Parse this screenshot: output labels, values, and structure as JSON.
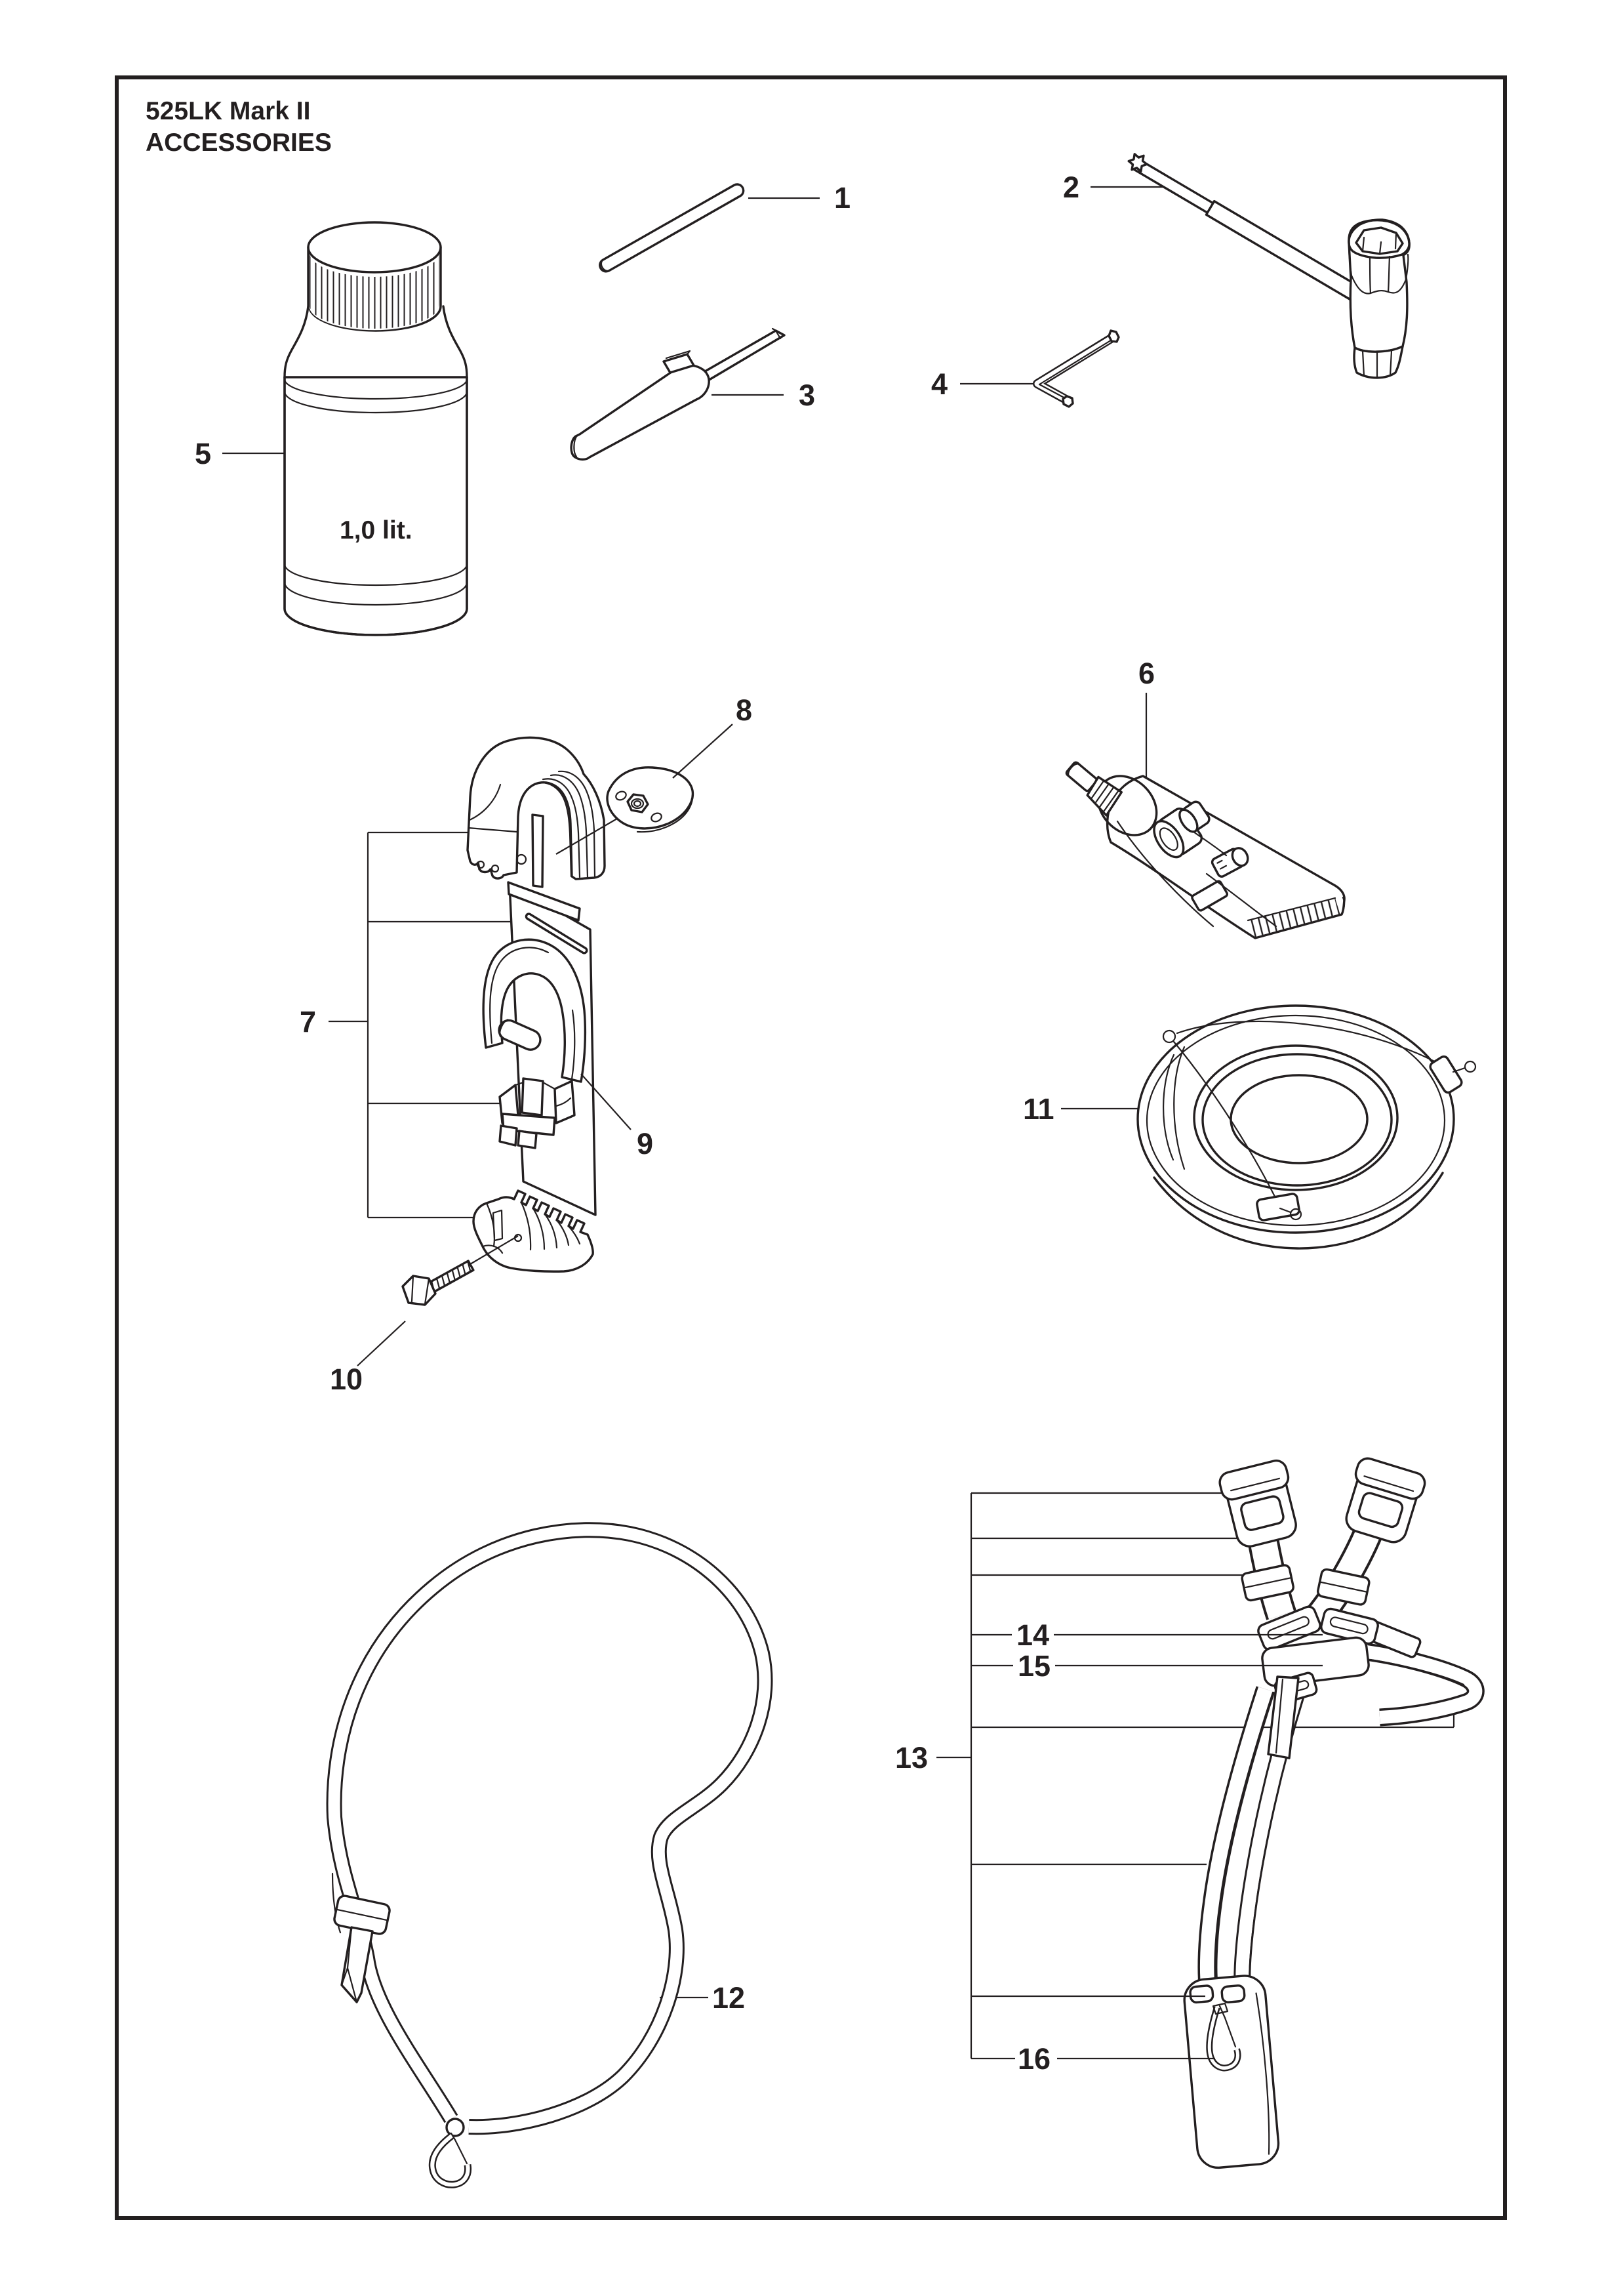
{
  "page": {
    "title_line1": "525LK Mark II",
    "title_line2": "ACCESSORIES",
    "background": "#ffffff",
    "ink_color": "#231f20"
  },
  "bottle": {
    "volume_label": "1,0 lit."
  },
  "callouts": [
    {
      "number": "1"
    },
    {
      "number": "2"
    },
    {
      "number": "3"
    },
    {
      "number": "4"
    },
    {
      "number": "5"
    },
    {
      "number": "6"
    },
    {
      "number": "7"
    },
    {
      "number": "8"
    },
    {
      "number": "9"
    },
    {
      "number": "10"
    },
    {
      "number": "11"
    },
    {
      "number": "12"
    },
    {
      "number": "13"
    },
    {
      "number": "14"
    },
    {
      "number": "15"
    },
    {
      "number": "16"
    }
  ]
}
